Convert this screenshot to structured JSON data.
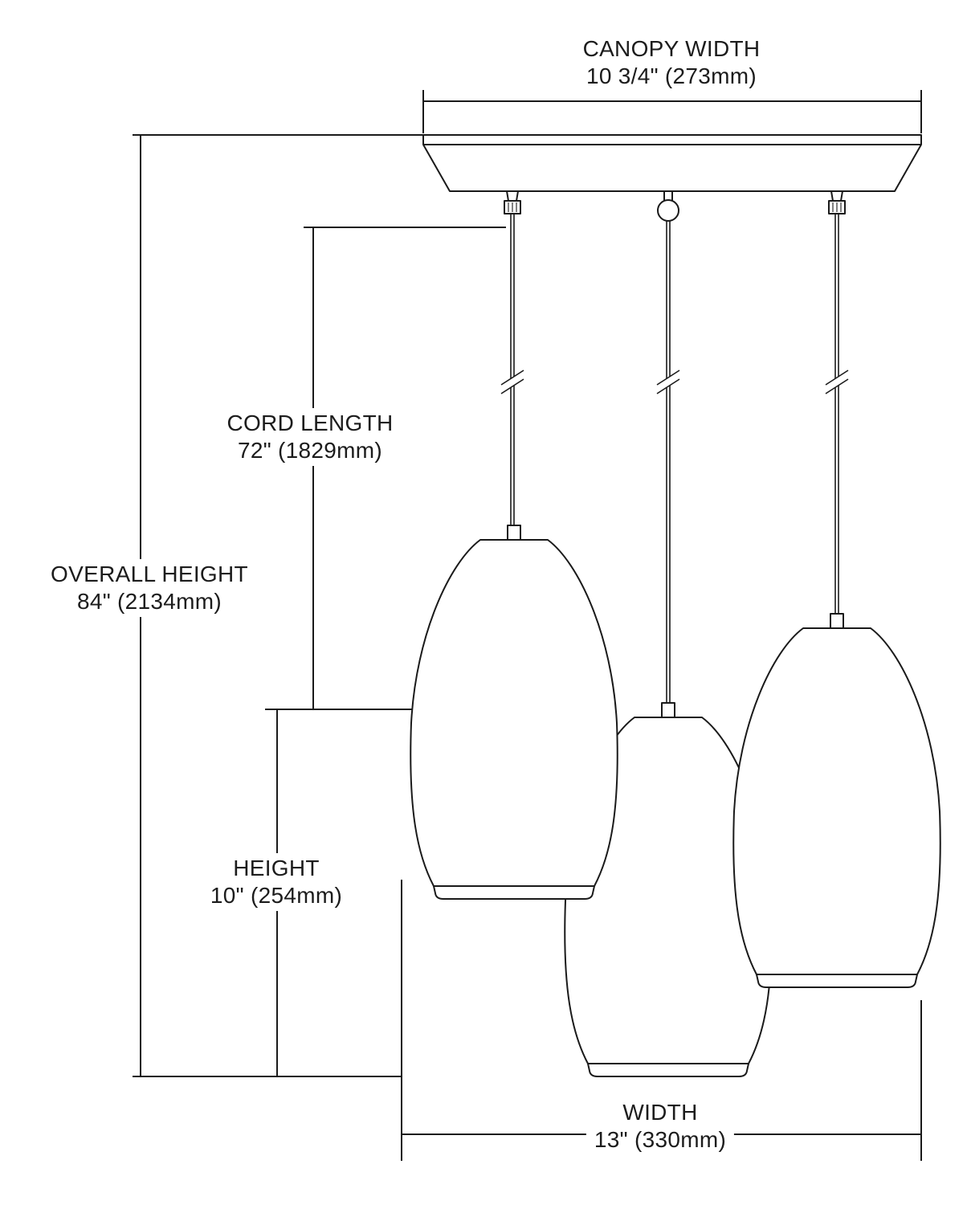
{
  "dimensions": {
    "canopy_width": {
      "label": "CANOPY WIDTH",
      "value": "10 3/4\" (273mm)"
    },
    "cord_length": {
      "label": "CORD LENGTH",
      "value": "72\" (1829mm)"
    },
    "overall_height": {
      "label": "OVERALL HEIGHT",
      "value": "84\" (2134mm)"
    },
    "height": {
      "label": "HEIGHT",
      "value": "10\" (254mm)"
    },
    "width": {
      "label": "WIDTH",
      "value": "13\" (330mm)"
    }
  },
  "colors": {
    "line": "#1a1a1a",
    "background": "#ffffff"
  }
}
